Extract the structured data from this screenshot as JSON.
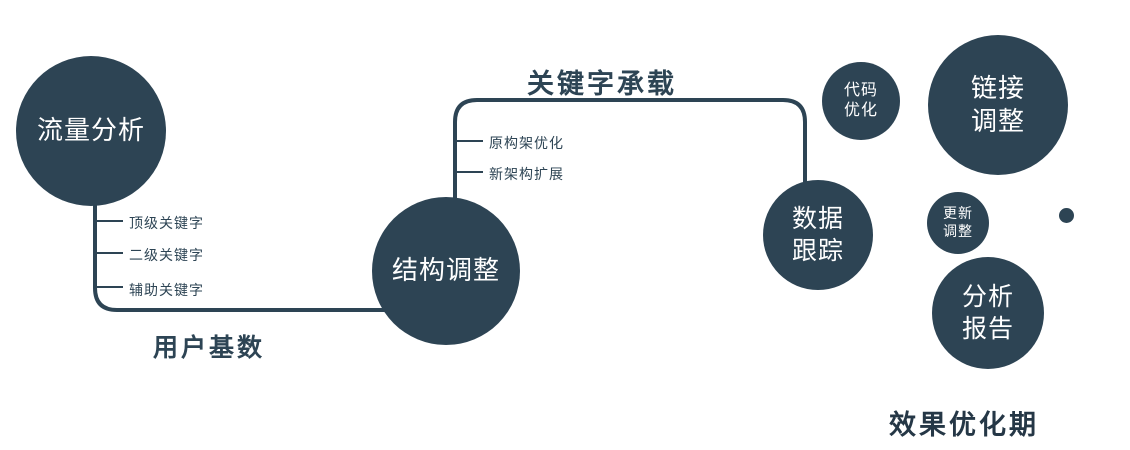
{
  "diagram": {
    "accent_color": "#2d4454",
    "nodes": {
      "traffic": {
        "label": "流量分析"
      },
      "structure": {
        "label": "结构调整"
      },
      "tracking": {
        "line1": "数据",
        "line2": "跟踪"
      },
      "code": {
        "line1": "代码",
        "line2": "优化"
      },
      "link": {
        "line1": "链接",
        "line2": "调整"
      },
      "update": {
        "line1": "更新",
        "line2": "调整"
      },
      "report": {
        "line1": "分析",
        "line2": "报告"
      }
    },
    "edge_labels": {
      "user_base": "用户基数",
      "keyword_carry": "关键字承载"
    },
    "keyword_items": [
      "顶级关键字",
      "二级关键字",
      "辅助关键字"
    ],
    "architecture_items": [
      "原构架优化",
      "新架构扩展"
    ],
    "caption": "效果优化期"
  }
}
